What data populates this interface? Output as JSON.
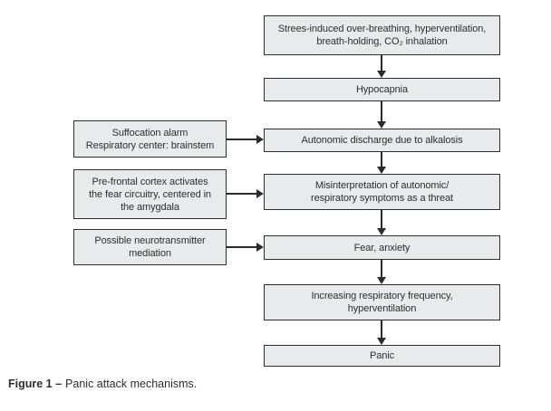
{
  "figure": {
    "caption": {
      "label": "Figure 1 –",
      "text": "Panic attack mechanisms."
    }
  },
  "flowchart": {
    "colors": {
      "box_fill": "#e9eaeb",
      "box_border": "#2e2e2e",
      "arrow": "#2c2c2c",
      "text": "#2d2d2d"
    },
    "main_boxes": [
      {
        "id": "stress-induced",
        "label": "Strees-induced over-breathing, hyperventilation,\nbreath-holding, CO₂ inhalation"
      },
      {
        "id": "hypocapnia",
        "label": "Hypocapnia"
      },
      {
        "id": "autonomic-discharge",
        "label": "Autonomic discharge due to alkalosis"
      },
      {
        "id": "misinterpretation",
        "label": "Misinterpretation of autonomic/\nrespiratory symptoms as a threat"
      },
      {
        "id": "fear-anxiety",
        "label": "Fear, anxiety"
      },
      {
        "id": "increasing-respiratory",
        "label": "Increasing respiratory frequency,\nhyperventilation"
      },
      {
        "id": "panic",
        "label": "Panic"
      }
    ],
    "side_boxes": [
      {
        "id": "suffocation-alarm",
        "label": "Suffocation alarm\nRespiratory center: brainstem"
      },
      {
        "id": "prefrontal-cortex",
        "label": "Pre-frontal cortex activates\nthe fear circuitry, centered in\nthe amygdala"
      },
      {
        "id": "neurotransmitter-mediation",
        "label": "Possible neurotransmitter\nmediation"
      }
    ],
    "edges": [
      {
        "from": "stress-induced",
        "to": "hypocapnia"
      },
      {
        "from": "hypocapnia",
        "to": "autonomic-discharge"
      },
      {
        "from": "autonomic-discharge",
        "to": "misinterpretation"
      },
      {
        "from": "misinterpretation",
        "to": "fear-anxiety"
      },
      {
        "from": "fear-anxiety",
        "to": "increasing-respiratory"
      },
      {
        "from": "increasing-respiratory",
        "to": "panic"
      },
      {
        "from": "suffocation-alarm",
        "to": "autonomic-discharge"
      },
      {
        "from": "prefrontal-cortex",
        "to": "misinterpretation"
      },
      {
        "from": "neurotransmitter-mediation",
        "to": "fear-anxiety"
      }
    ]
  }
}
